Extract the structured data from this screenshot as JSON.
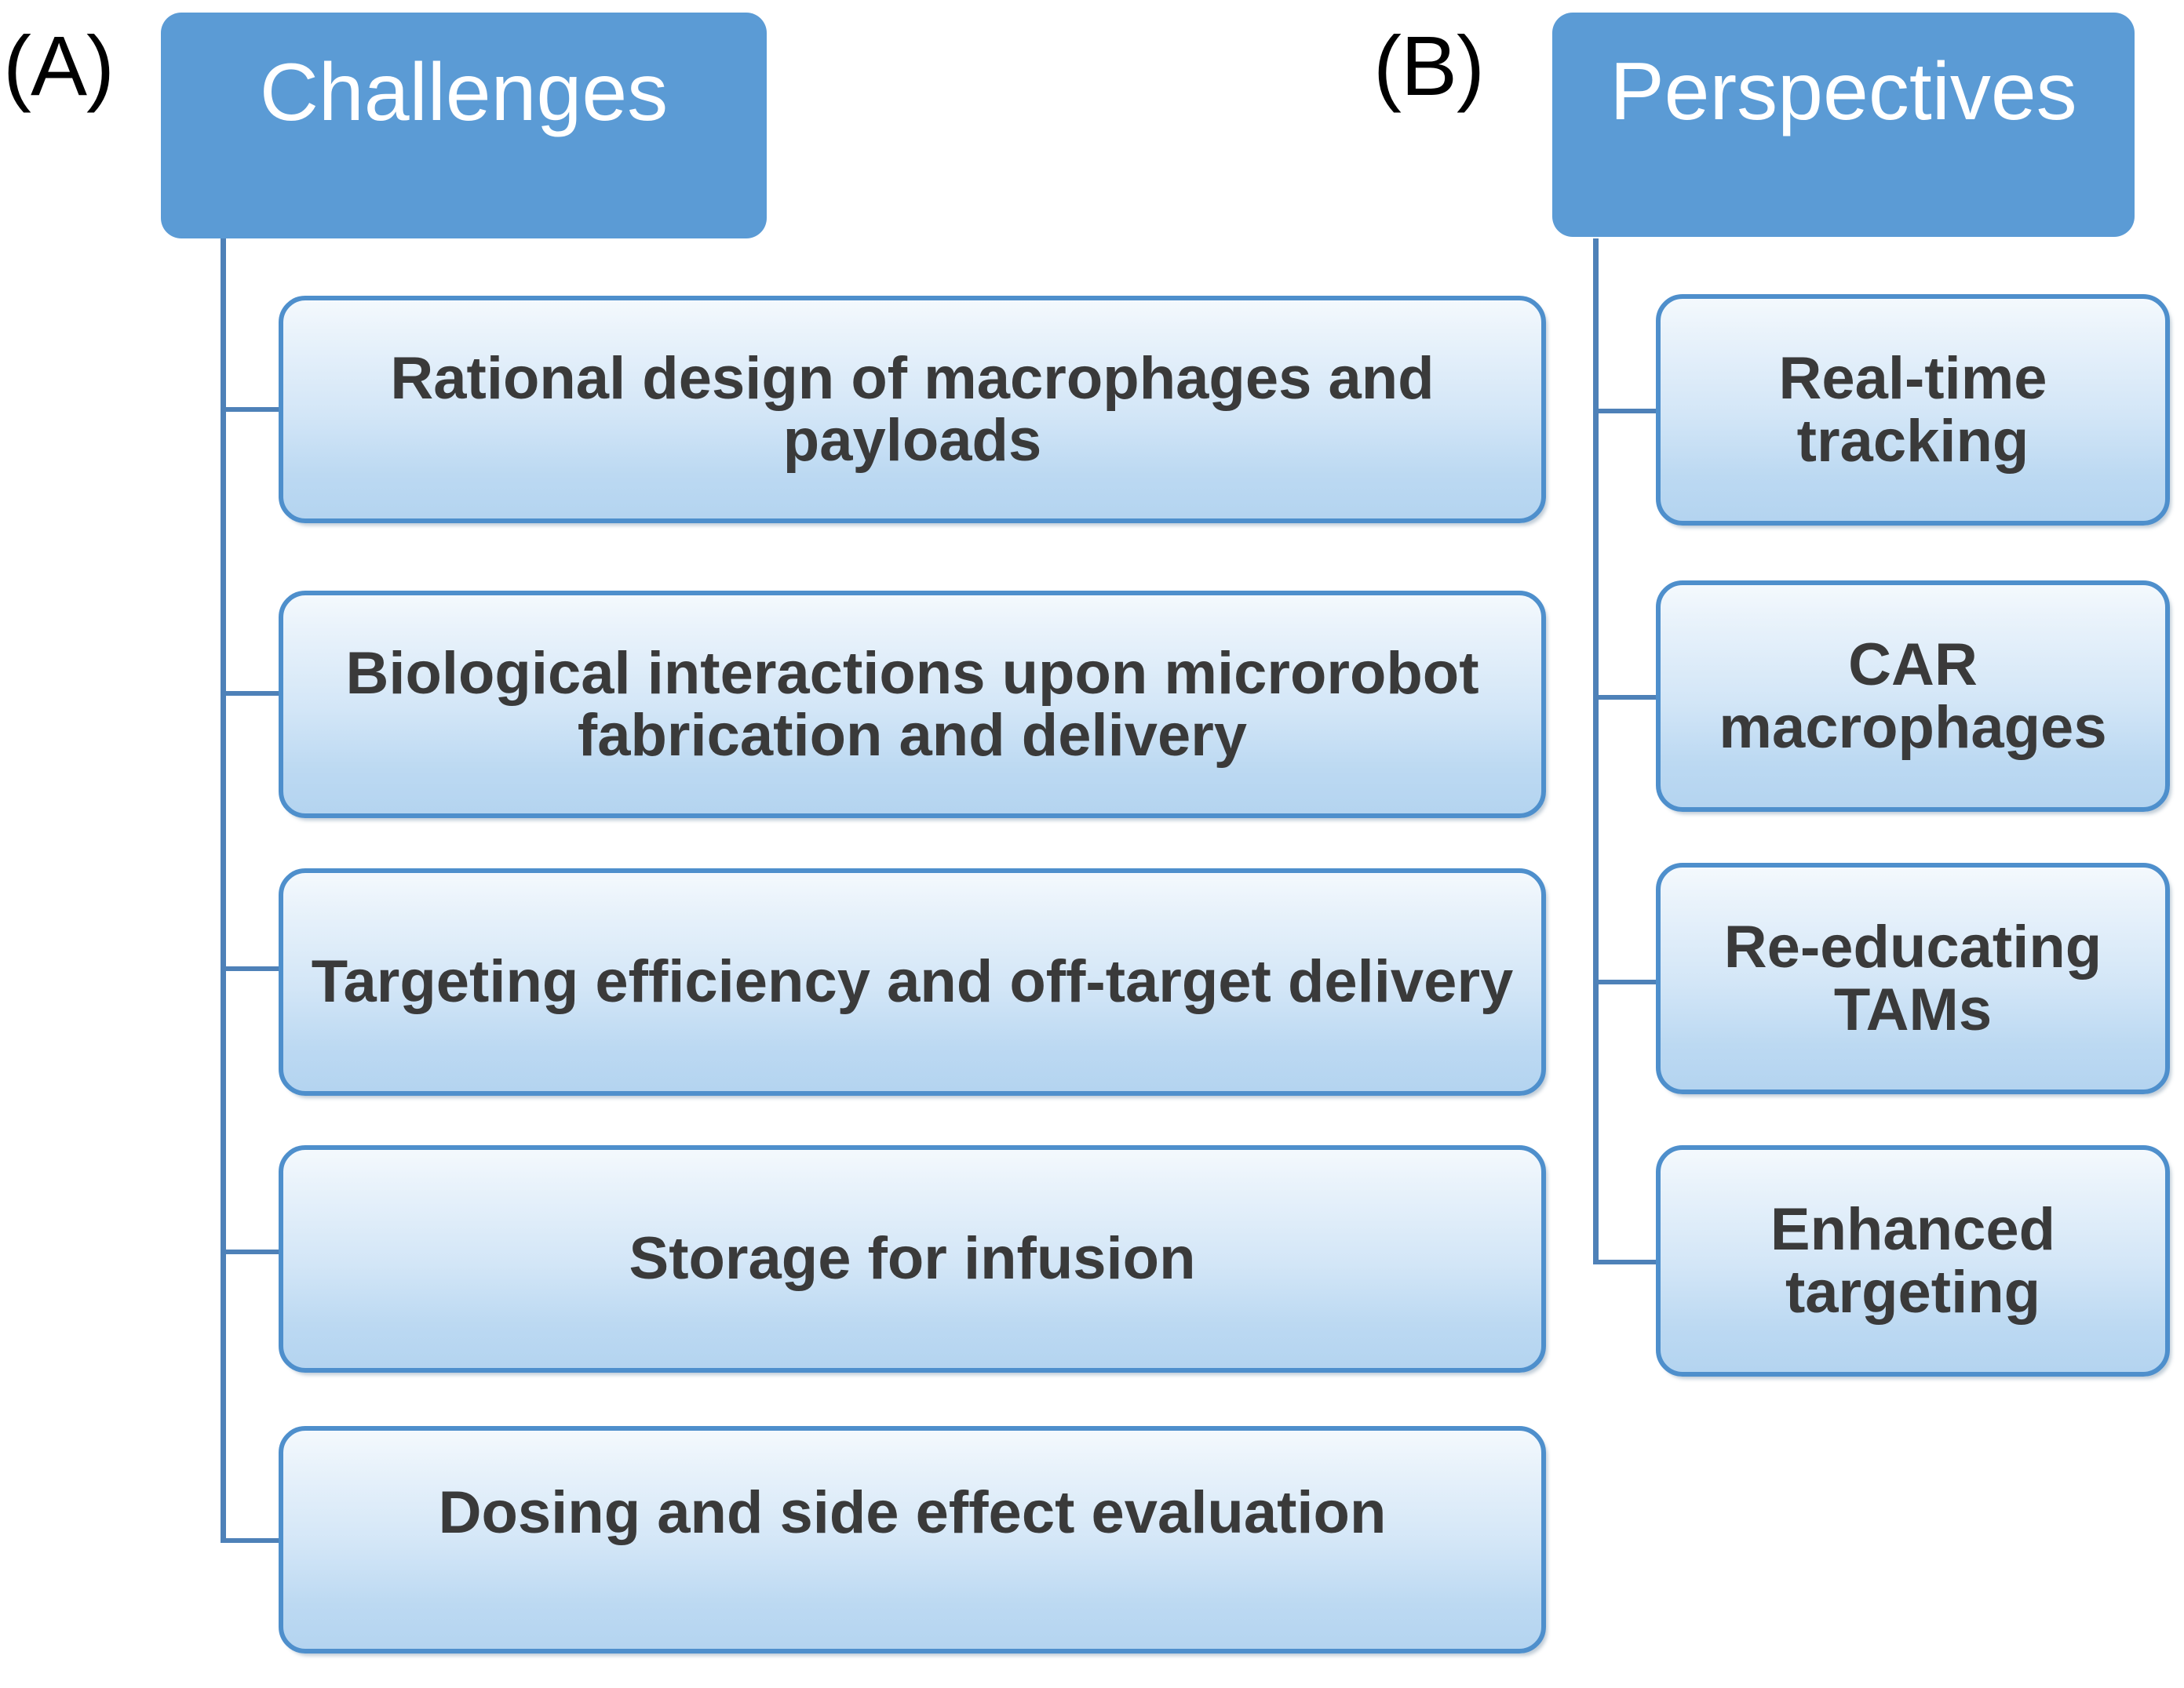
{
  "figure": {
    "panels": [
      {
        "label": "(A)",
        "header": "Challenges",
        "items": [
          "Rational design of macrophages and payloads",
          "Biological interactions upon microrobot fabrication and delivery",
          "Targeting efficiency and off-target delivery",
          "Storage for infusion",
          "Dosing and side effect evaluation"
        ]
      },
      {
        "label": "(B)",
        "header": "Perspectives",
        "items": [
          "Real-time tracking",
          "CAR macrophages",
          "Re-educating TAMs",
          "Enhanced targeting"
        ]
      }
    ]
  },
  "colors": {
    "header_fill": "#5B9BD5",
    "header_text": "#FFFFFF",
    "node_border": "#4E8FCC",
    "node_gradient_top": "#F4F9FD",
    "node_gradient_bottom": "#B4D4F0",
    "node_text": "#3A3A3A",
    "connector": "#4E81B8",
    "background": "#FFFFFF"
  }
}
